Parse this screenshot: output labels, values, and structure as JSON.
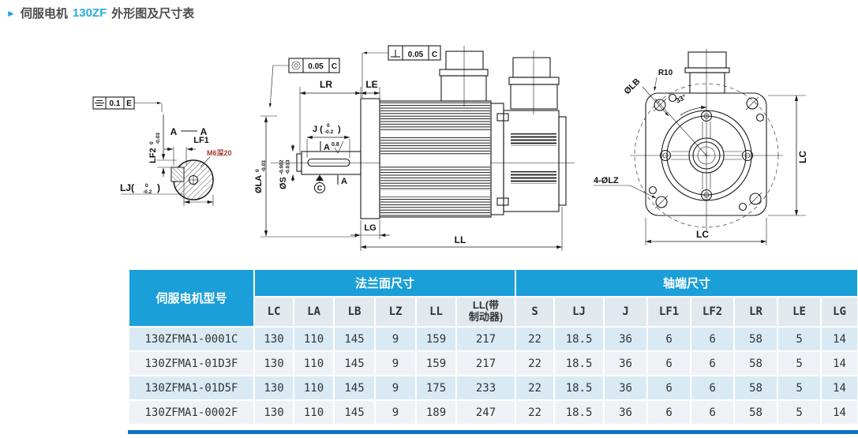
{
  "title": {
    "marker": "►",
    "part1": "伺服电机",
    "model": "130ZF",
    "part2": "外形图及尺寸表"
  },
  "colors": {
    "accent_blue": "#1b9fd9",
    "bottom_bar": "#1272bd",
    "row_blue": "#d9eaf4",
    "row_light": "#eef2f6",
    "thread_label_red": "#a03a2b"
  },
  "drawing": {
    "left": {
      "sym_tol": "0.1",
      "sym_datum": "E",
      "lf2": "LF2",
      "lf2_top": "0",
      "lf2_bot": "-0.03",
      "sec_a1": "A",
      "sec_a2": "A",
      "lf1": "LF1",
      "thread": "M6深20",
      "lj": "LJ(",
      "lj_top": "0",
      "lj_bot": "-0.2",
      "lj_close": ")"
    },
    "side": {
      "conc_tol": "0.05",
      "conc_datum": "C",
      "perp_tol": "0.05",
      "perp_datum": "C",
      "lr": "LR",
      "le": "LE",
      "j": "J (",
      "j_top": "0",
      "j_bot": "-0.2",
      "j_close": ")",
      "sec_a_top": "A",
      "rough": "0.8",
      "sec_a_bot": "A",
      "dia_la": "ØLA",
      "la_top": "0",
      "la_bot": "-0.03",
      "dia_s": "ØS",
      "s_top": "-0.002",
      "s_bot": "-0.013",
      "datum_c": "C",
      "lg": "LG",
      "ll": "LL"
    },
    "end": {
      "dia_lb": "ØLB",
      "r10": "R10",
      "angle": "33°",
      "holes": "4-ØLZ",
      "lc_bottom": "LC",
      "lc_right": "LC"
    }
  },
  "table": {
    "model_header": "伺服电机型号",
    "group1": "法兰面尺寸",
    "group2": "轴端尺寸",
    "flange_cols": [
      "LC",
      "LA",
      "LB",
      "LZ",
      "LL"
    ],
    "braked_line1": "LL(带",
    "braked_line2": "制动器)",
    "shaft_cols": [
      "S",
      "LJ",
      "J",
      "LF1",
      "LF2",
      "LR",
      "LE",
      "LG"
    ],
    "rows": [
      {
        "model": "130ZFMA1-0001C",
        "values": [
          "130",
          "110",
          "145",
          "9",
          "159",
          "217",
          "22",
          "18.5",
          "36",
          "6",
          "6",
          "58",
          "5",
          "14"
        ]
      },
      {
        "model": "130ZFMA1-01D3F",
        "values": [
          "130",
          "110",
          "145",
          "9",
          "159",
          "217",
          "22",
          "18.5",
          "36",
          "6",
          "6",
          "58",
          "5",
          "14"
        ]
      },
      {
        "model": "130ZFMA1-01D5F",
        "values": [
          "130",
          "110",
          "145",
          "9",
          "175",
          "233",
          "22",
          "18.5",
          "36",
          "6",
          "6",
          "58",
          "5",
          "14"
        ]
      },
      {
        "model": "130ZFMA1-0002F",
        "values": [
          "130",
          "110",
          "145",
          "9",
          "189",
          "247",
          "22",
          "18.5",
          "36",
          "6",
          "6",
          "58",
          "5",
          "14"
        ]
      }
    ]
  }
}
